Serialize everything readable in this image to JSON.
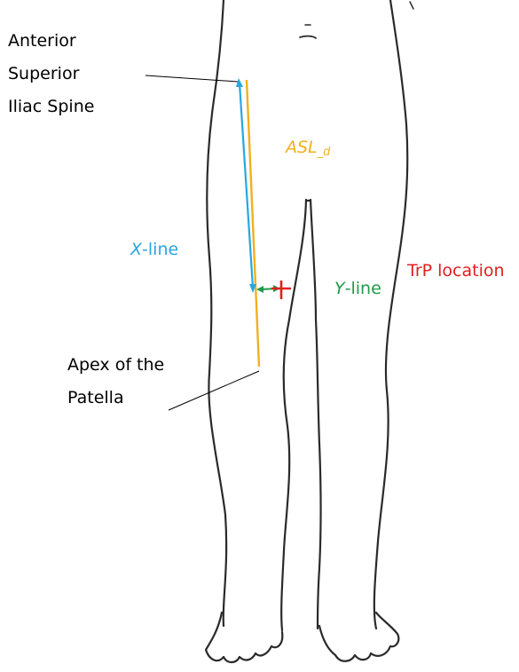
{
  "labels": {
    "asis_line1": "Anterior",
    "asis_line2": "Superior",
    "asis_line3": "Iliac Spine",
    "patella_line1": "Apex of the",
    "patella_line2": "Patella",
    "asl_main": "ASL",
    "asl_sub": "_d",
    "x_letter": "X",
    "x_suffix": "-line",
    "y_letter": "Y",
    "y_suffix": "-line",
    "trp_location": "TrP location"
  },
  "colors": {
    "outline": "#2a2a2a",
    "asl_line": "#f2b01e",
    "x_line": "#27a7e0",
    "y_line": "#1f9a4a",
    "trp_marker": "#e02020",
    "pointer": "#000000"
  }
}
